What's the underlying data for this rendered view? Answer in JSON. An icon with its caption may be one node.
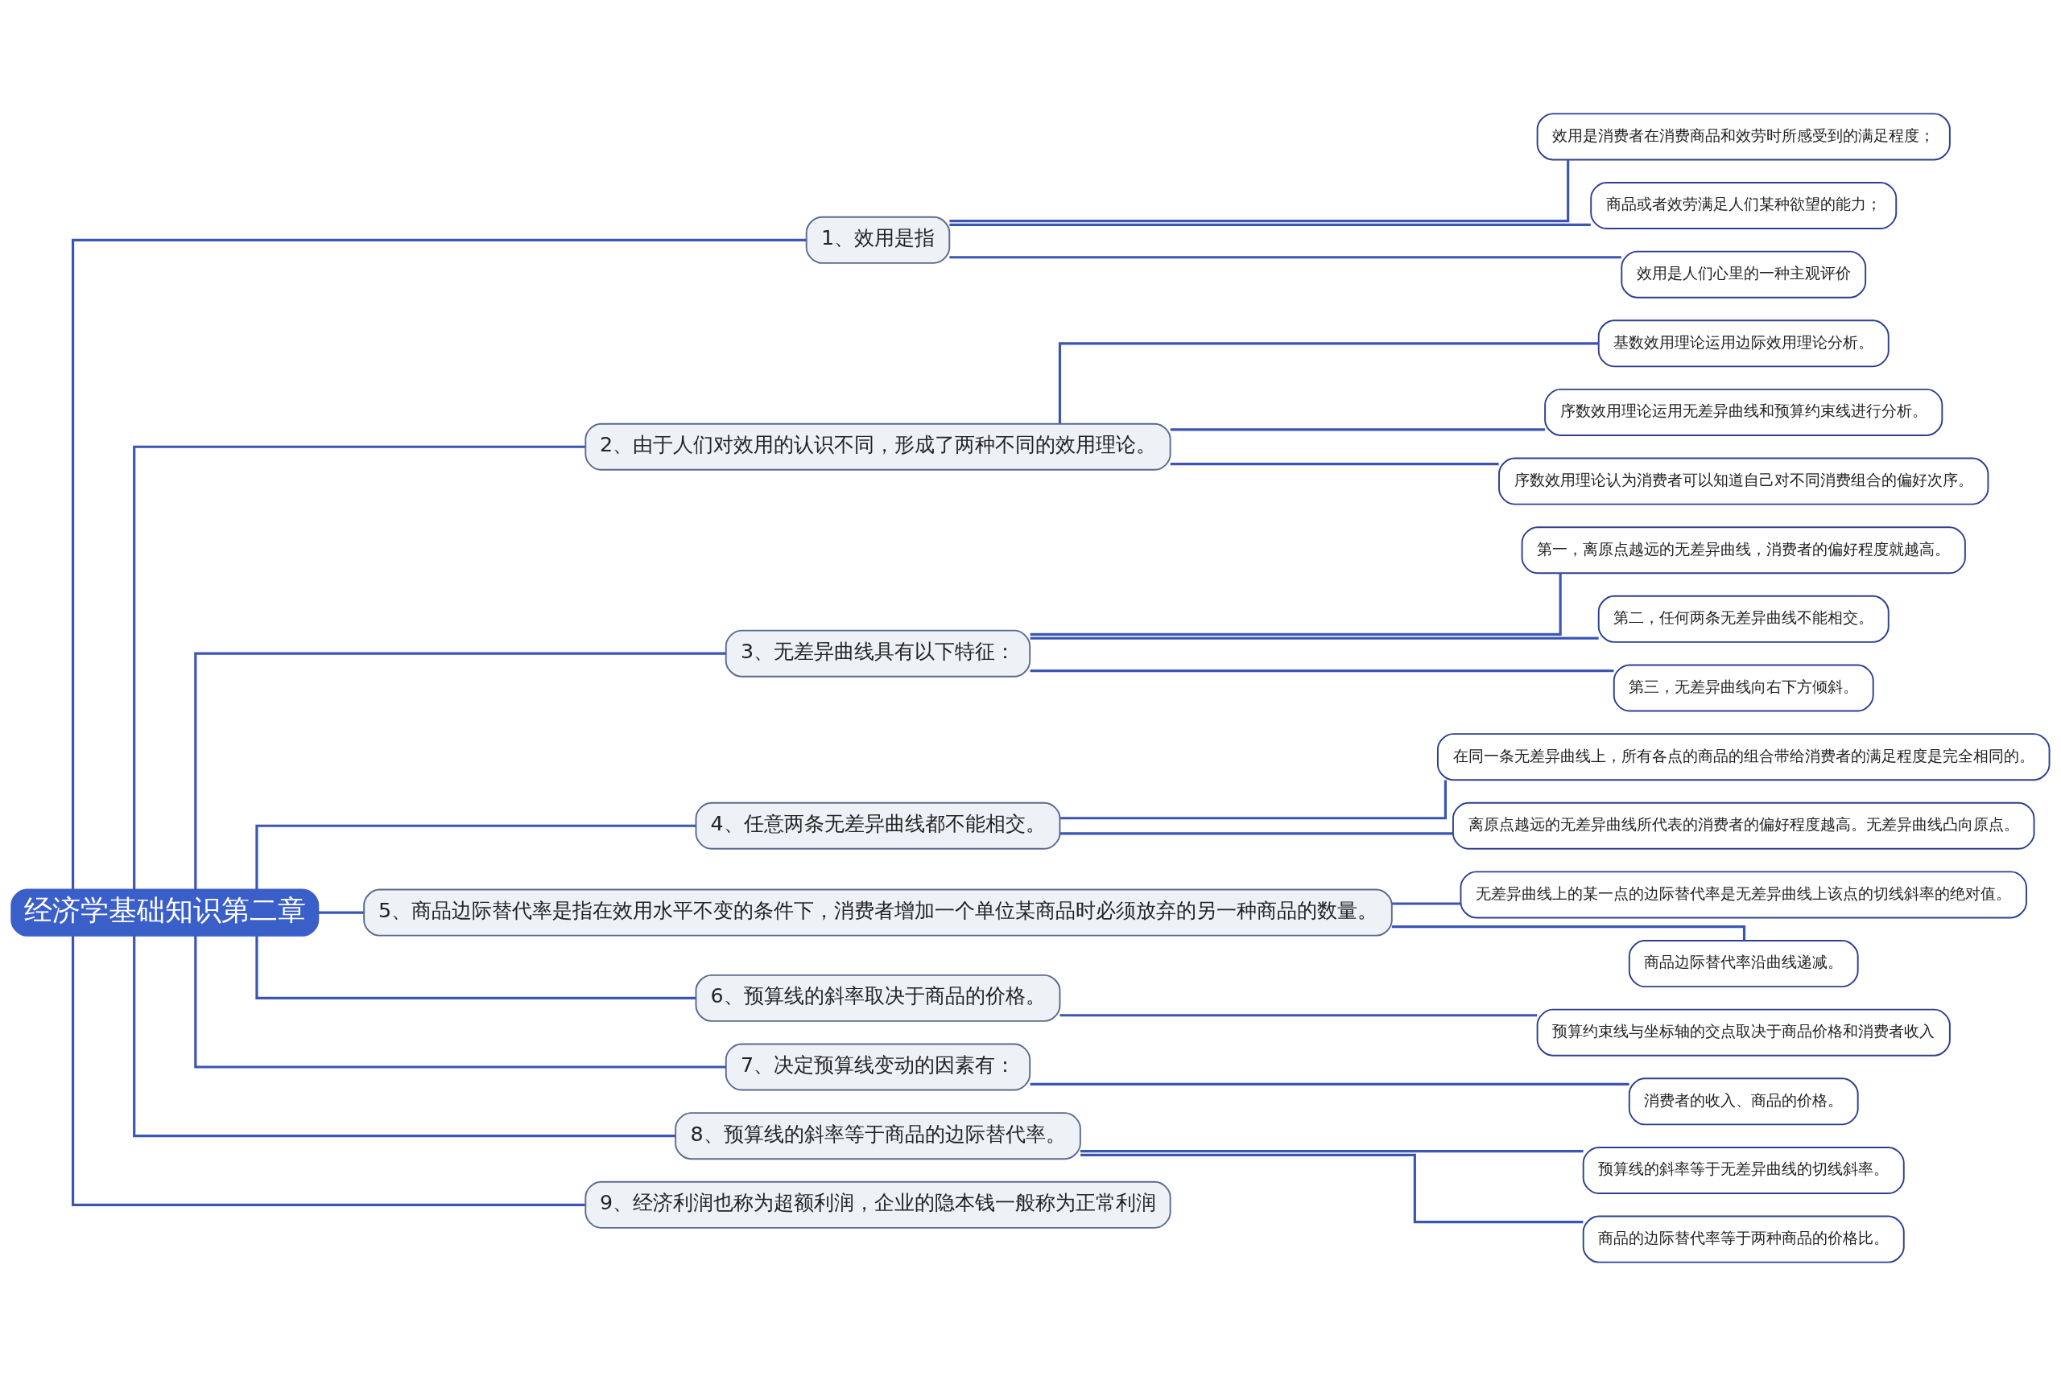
{
  "diagram": {
    "nodes": [
      {
        "text": [
          "经济学基础知识第二章"
        ]
      },
      {
        "text": [
          "1、效用是指"
        ]
      },
      {
        "text": [
          "效用是消费者在消费商品和效劳时所感受到的满足程度；"
        ]
      },
      {
        "text": [
          "商品或者效劳满足人们某种欲望的能力；"
        ]
      },
      {
        "text": [
          "效用是人们心里的一种主观评价"
        ]
      },
      {
        "text": [
          "2、由于人们对效用的认识不同，形成了两种不同的效用理论。"
        ]
      },
      {
        "text": [
          "基数效用理论运用边际效用理论分析。"
        ]
      },
      {
        "text": [
          "序数效用理论运用无差异曲线和预算约束线进行分析。"
        ]
      },
      {
        "text": [
          "序数效用理论认为消费者可以知道自己对不同消费组合的偏好次序。"
        ]
      },
      {
        "text": [
          "3、无差异曲线具有以下特征："
        ]
      },
      {
        "text": [
          "第一，离原点越远的无差异曲线，消费者的偏好程度就越高。"
        ]
      },
      {
        "text": [
          "第二，任何两条无差异曲线不能相交。"
        ]
      },
      {
        "text": [
          "第三，无差异曲线向右下方倾斜。"
        ]
      },
      {
        "text": [
          "4、任意两条无差异曲线都不能相交。"
        ]
      },
      {
        "text": [
          "在同一条无差异曲线上，所有各点的商品的组合带给消费者的满足程度是完全相同的。"
        ]
      },
      {
        "text": [
          "离原点越远的无差异曲线所代表的消费者的偏好程度越高。无差异曲线凸向原点。"
        ]
      },
      {
        "text": [
          "5、商品边际替代率是指在效用水平不变的条件下，消费者增加一个单位某商品时必须放弃的另一种商品的数量。"
        ]
      },
      {
        "text": [
          "无差异曲线上的某一点的边际替代率是无差异曲线上该点的切线斜率的绝对值。"
        ]
      },
      {
        "text": [
          "商品边际替代率沿曲线递减。"
        ]
      },
      {
        "text": [
          "6、预算线的斜率取决于商品的价格。"
        ]
      },
      {
        "text": [
          "预算约束线与坐标轴的交点取决于商品价格和消费者收入"
        ]
      },
      {
        "text": [
          "7、决定预算线变动的因素有："
        ]
      },
      {
        "text": [
          "消费者的收入、商品的价格。"
        ]
      },
      {
        "text": [
          "8、预算线的斜率等于商品的边际替代率。"
        ]
      },
      {
        "text": [
          "预算线的斜率等于无差异曲线的切线斜率。"
        ]
      },
      {
        "text": [
          "商品的边际替代率等于两种商品的价格比。"
        ]
      },
      {
        "text": [
          "9、经济利润也称为超额利润，企业的隐本钱一般称为正常利润"
        ]
      }
    ],
    "edges": [
      {
        "from": 0,
        "to": 1,
        "arrow": "none"
      },
      {
        "from": 1,
        "to": 2,
        "arrow": "none"
      },
      {
        "from": 1,
        "to": 3,
        "arrow": "none"
      },
      {
        "from": 1,
        "to": 4,
        "arrow": "none"
      },
      {
        "from": 0,
        "to": 5,
        "arrow": "none"
      },
      {
        "from": 5,
        "to": 6,
        "arrow": "none"
      },
      {
        "from": 5,
        "to": 7,
        "arrow": "none"
      },
      {
        "from": 5,
        "to": 8,
        "arrow": "none"
      },
      {
        "from": 0,
        "to": 9,
        "arrow": "none"
      },
      {
        "from": 9,
        "to": 10,
        "arrow": "none"
      },
      {
        "from": 9,
        "to": 11,
        "arrow": "none"
      },
      {
        "from": 9,
        "to": 12,
        "arrow": "none"
      },
      {
        "from": 0,
        "to": 13,
        "arrow": "none"
      },
      {
        "from": 13,
        "to": 14,
        "arrow": "none"
      },
      {
        "from": 13,
        "to": 15,
        "arrow": "none"
      },
      {
        "from": 0,
        "to": 16,
        "arrow": "none"
      },
      {
        "from": 16,
        "to": 17,
        "arrow": "none"
      },
      {
        "from": 16,
        "to": 18,
        "arrow": "none"
      },
      {
        "from": 0,
        "to": 19,
        "arrow": "none"
      },
      {
        "from": 19,
        "to": 20,
        "arrow": "none"
      },
      {
        "from": 0,
        "to": 21,
        "arrow": "none"
      },
      {
        "from": 21,
        "to": 22,
        "arrow": "none"
      },
      {
        "from": 0,
        "to": 23,
        "arrow": "none"
      },
      {
        "from": 23,
        "to": 24,
        "arrow": "none"
      },
      {
        "from": 23,
        "to": 25,
        "arrow": "none"
      },
      {
        "from": 0,
        "to": 26,
        "arrow": "none"
      }
    ]
  }
}
